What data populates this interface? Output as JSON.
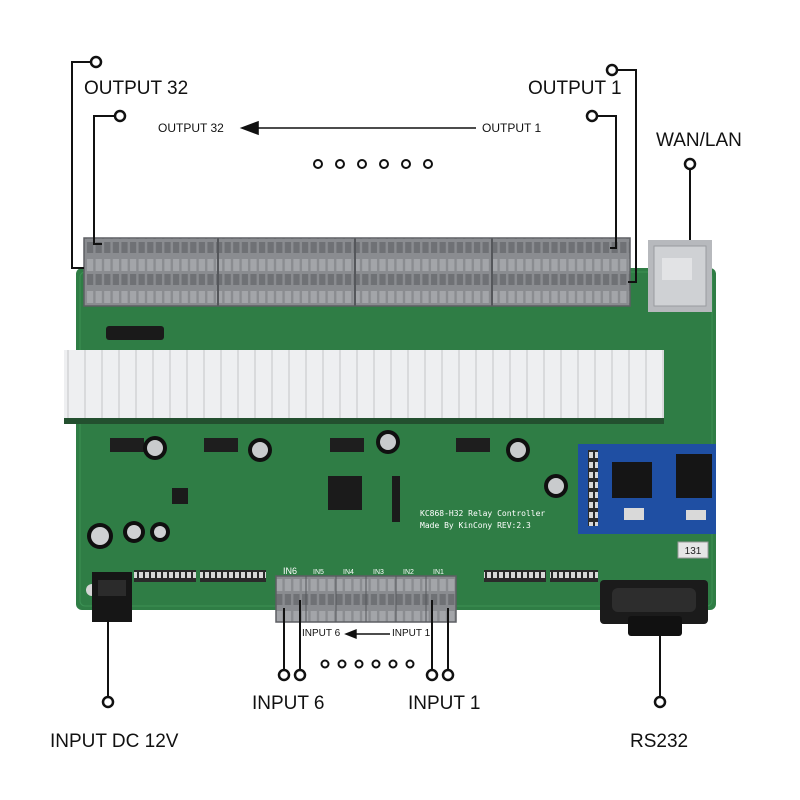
{
  "labels": {
    "output32_top": "OUTPUT 32",
    "output1_top": "OUTPUT 1",
    "output32_arrow": "OUTPUT 32",
    "output1_arrow": "OUTPUT 1",
    "wan_lan": "WAN/LAN",
    "input6": "INPUT 6",
    "input1": "INPUT 1",
    "input6_arrow": "INPUT 6",
    "input1_arrow": "INPUT 1",
    "input_dc": "INPUT DC 12V",
    "rs232": "RS232"
  },
  "board": {
    "model_line": "KC868-H32 Relay Controller",
    "maker_line": "Made By KinCony    REV:2.3",
    "badge": "131",
    "input_terminals": [
      "IN6",
      "IN5",
      "IN4",
      "IN3",
      "IN2",
      "IN1"
    ]
  },
  "colors": {
    "pcb": "#2f7d45",
    "pcb_dark": "#256638",
    "terminal": "#8a8c90",
    "relay": "#e9eaec",
    "module": "#1f4fa3"
  }
}
